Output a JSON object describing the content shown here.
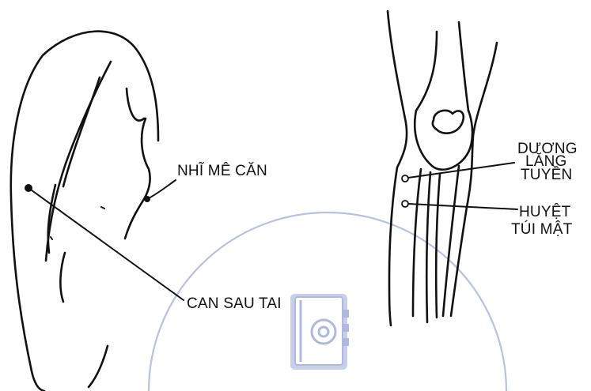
{
  "ear_labels": {
    "nhi_me_can": "NHĨ MÊ CĂN",
    "can_sau_tai": "CAN SAU TAI"
  },
  "knee_labels": {
    "duong_lang_tuyen": [
      "DƯƠNG",
      "LĂNG",
      "TUYỀN"
    ],
    "huyet_tui_mat": [
      "HUYỆT",
      "TÚI MẬT"
    ]
  },
  "watermark": {
    "icon": "address-book-at-icon",
    "color": "#b9c0e0"
  }
}
